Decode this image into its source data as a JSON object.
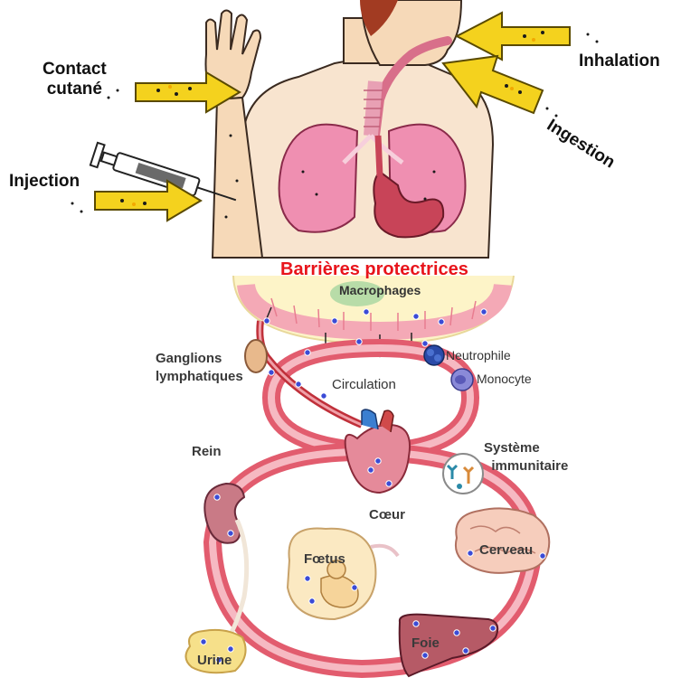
{
  "routes": {
    "contact": "Contact\ncutané",
    "injection": "Injection",
    "inhalation": "Inhalation",
    "ingestion": "Ingestion"
  },
  "barrier_title": "Barrières protectrices",
  "labels": {
    "macrophages": "Macrophages",
    "ganglions": "Ganglions\nlymphatiques",
    "neutrophile": "Neutrophile",
    "monocyte": "Monocyte",
    "circulation": "Circulation",
    "rein": "Rein",
    "systeme": "Système\n  immunitaire",
    "coeur": "Cœur",
    "foetus": "Fœtus",
    "cerveau": "Cerveau",
    "foie": "Foie",
    "urine": "Urine"
  },
  "colors": {
    "arrow_fill": "#f4d21e",
    "arrow_stroke": "#5a4a00",
    "vessel": "#e25c6e",
    "vessel_light": "#f6b9c2",
    "lung": "#e97aa0",
    "stomach": "#c23a4a",
    "skin": "#f6d9b8",
    "barrier_title": "#e8141b",
    "particle": "#3b4bd6"
  }
}
